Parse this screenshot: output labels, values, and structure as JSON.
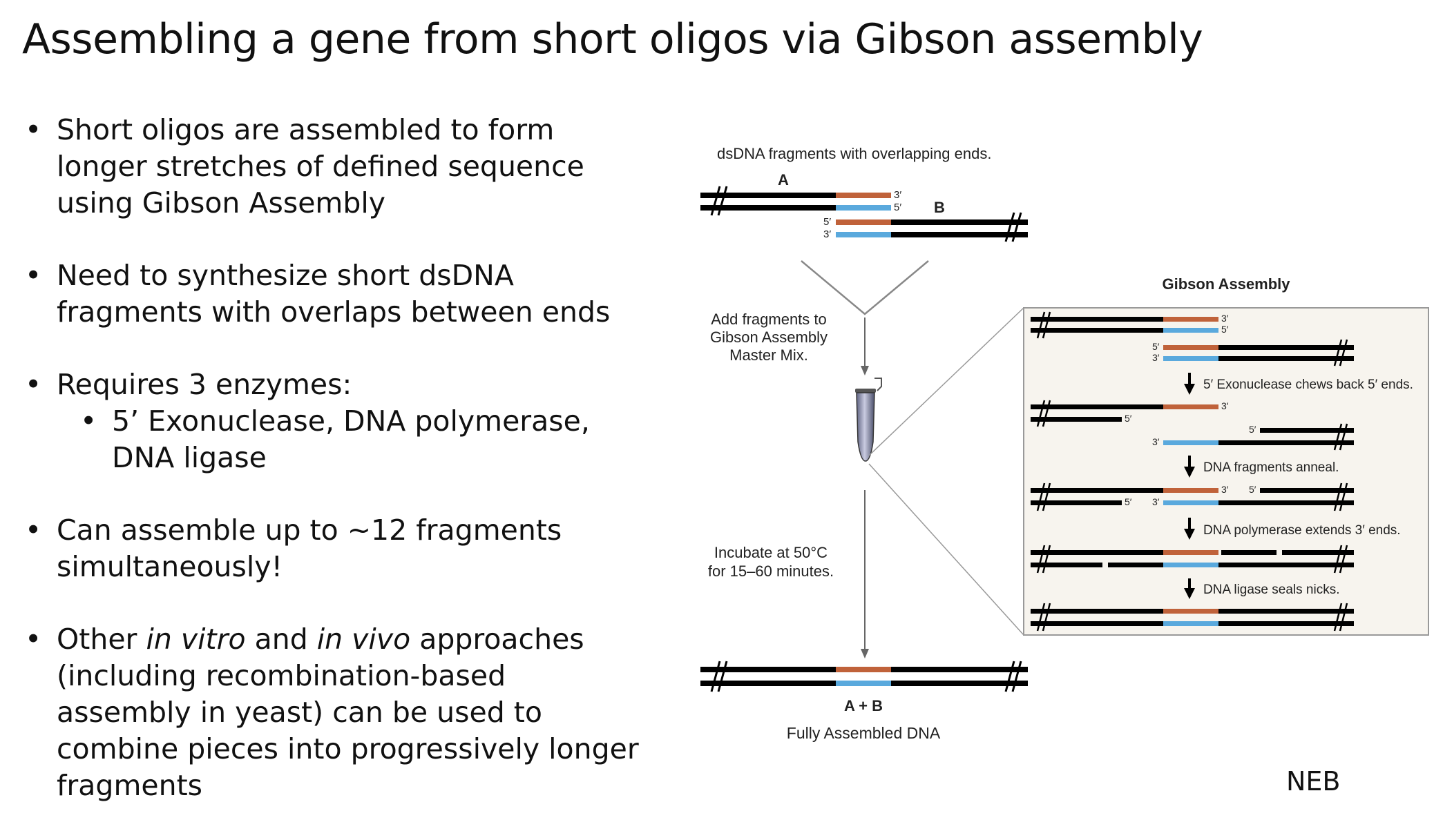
{
  "title": "Assembling a gene from short oligos via Gibson assembly",
  "bullets": {
    "b1": "Short oligos are assembled to form longer stretches of defined sequence using Gibson Assembly",
    "b2": "Need to synthesize short dsDNA fragments with overlaps between ends",
    "b3": "Requires 3 enzymes:",
    "b3_sub": "5’ Exonuclease, DNA polymerase, DNA ligase",
    "b4": "Can assemble up to ~12 fragments simultaneously!",
    "b5_pre": "Other ",
    "b5_it1": "in vitro",
    "b5_mid": " and ",
    "b5_it2": "in vivo",
    "b5_post": " approaches (including recombination-based assembly in yeast) can be used to combine pieces into progressively longer fragments"
  },
  "diagram": {
    "top_caption": "dsDNA fragments with overlapping ends.",
    "label_a": "A",
    "label_b": "B",
    "end_3": "3′",
    "end_5": "5′",
    "add_line1": "Add fragments to",
    "add_line2": "Gibson Assembly",
    "add_line3": "Master Mix.",
    "incubate_line1": "Incubate at 50°C",
    "incubate_line2": "for 15–60 minutes.",
    "label_ab": "A + B",
    "bottom_caption": "Fully Assembled DNA",
    "panel_title": "Gibson Assembly",
    "step1": "5′ Exonuclease chews back 5′ ends.",
    "step2": "DNA fragments anneal.",
    "step3": "DNA polymerase extends 3′ ends.",
    "step4": "DNA ligase seals nicks."
  },
  "colors": {
    "overlap_top": "#c0623a",
    "overlap_bottom": "#5aa9dd",
    "strand": "#000000"
  },
  "credit": "NEB"
}
